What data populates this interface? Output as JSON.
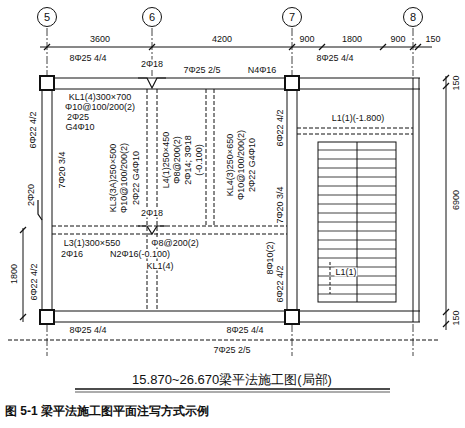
{
  "diagram": {
    "title": "15.870~26.670梁平法施工图(局部)",
    "caption": "图 5-1 梁平法施工图平面注写方式示例",
    "nodes": [
      {
        "text": [
          "5"
        ]
      },
      {
        "text": [
          "6"
        ]
      },
      {
        "text": [
          "7"
        ]
      },
      {
        "text": [
          "8"
        ]
      }
    ],
    "labels": [
      "3600",
      "4200",
      "900",
      "1800",
      "900",
      "150",
      "150",
      "6900",
      "150",
      "8Φ25 4/4",
      "2Φ18",
      "7Φ25 2/5",
      "N4Φ16",
      "8Φ25 4/4",
      "KL1(4)300×700",
      "Φ10@100/200(2)",
      "2Φ25",
      "G4Φ10",
      "6Φ22 4/2",
      "2Φ20",
      "6Φ22 4/2",
      "1800",
      "7Φ20 3/4",
      "KL3(3A)250×500",
      "Φ10@100/200(2)",
      "2Φ22 G4Φ10",
      "L4(1)250×450",
      "Φ8@200(2)",
      "2Φ14; 3Φ18",
      "(-0.100)",
      "KL4(3)250×650",
      "Φ10@100/200(2)",
      "2Φ22 G4Φ10",
      "6Φ22 4/2",
      "7Φ20 3/4",
      "8Φ10(2)",
      "6Φ22 4/2",
      "L1(1)(-1.800)",
      "L1(1)",
      "2Φ18",
      "L3(1)300×550",
      "Φ8@200(2)",
      "2Φ16",
      "N2Φ16(-0.100)",
      "KL1(4)",
      "8Φ25 4/4",
      "8Φ25 4/4",
      "7Φ25 2/5"
    ]
  }
}
